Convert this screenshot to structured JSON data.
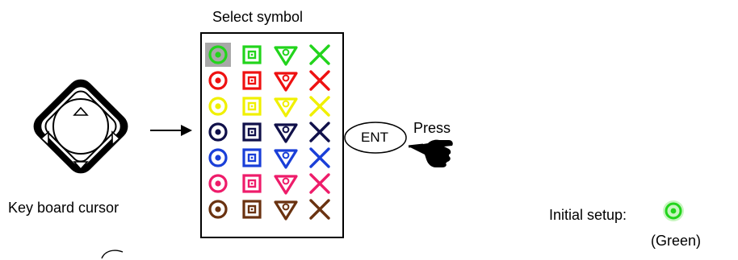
{
  "labels": {
    "title": "Select symbol",
    "keyboard": "Key board cursor",
    "ent": "ENT",
    "press": "Press",
    "initial_setup": "Initial setup:",
    "green_note": "(Green)"
  },
  "symbol_shapes": [
    "double-circle",
    "square-dot",
    "triangle-dot",
    "cross"
  ],
  "symbol_colors": [
    {
      "name": "green",
      "hex": "#22d41c",
      "selected": true
    },
    {
      "name": "red",
      "hex": "#ee1111",
      "selected": false
    },
    {
      "name": "yellow",
      "hex": "#f0f000",
      "selected": false
    },
    {
      "name": "navy",
      "hex": "#10104a",
      "selected": false
    },
    {
      "name": "blue",
      "hex": "#1a3fd8",
      "selected": false
    },
    {
      "name": "pink",
      "hex": "#ee1c6a",
      "selected": false
    },
    {
      "name": "brown",
      "hex": "#6a3210",
      "selected": false
    }
  ],
  "selection_highlight": "#a8a8a8",
  "icons": [
    "keyboard-cursor-icon",
    "right-arrow-icon",
    "ent-key-icon",
    "pointing-hand-icon",
    "green-double-circle-icon"
  ]
}
